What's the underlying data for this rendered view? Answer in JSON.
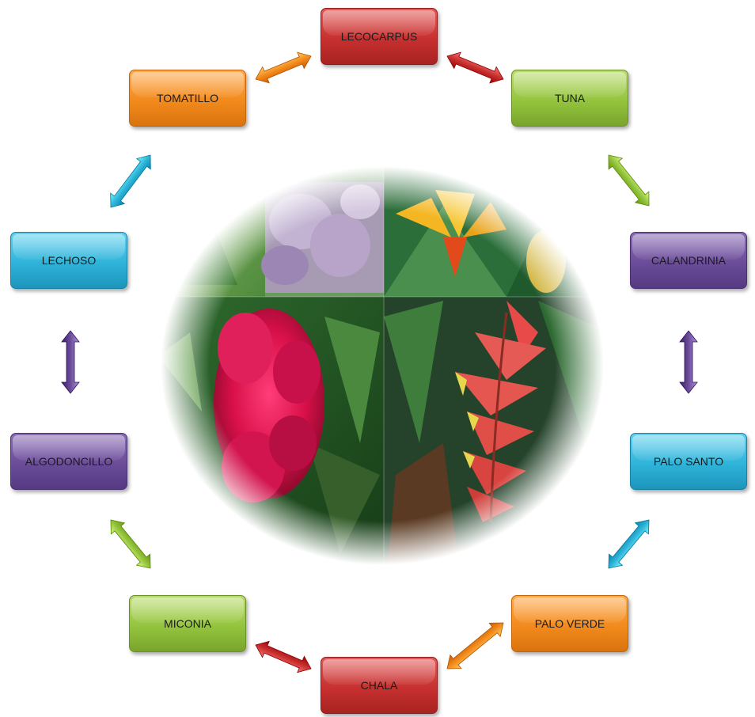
{
  "nodes": [
    {
      "id": "lecocarpus",
      "label": "LECOCARPUS",
      "color": "red"
    },
    {
      "id": "tuna",
      "label": "TUNA",
      "color": "green"
    },
    {
      "id": "calandrinia",
      "label": "CALANDRINIA",
      "color": "purple"
    },
    {
      "id": "palo-santo",
      "label": "PALO SANTO",
      "color": "cyan"
    },
    {
      "id": "palo-verde",
      "label": "PALO VERDE",
      "color": "orange"
    },
    {
      "id": "chala",
      "label": "CHALA",
      "color": "red"
    },
    {
      "id": "miconia",
      "label": "MICONIA",
      "color": "green"
    },
    {
      "id": "algodoncillo",
      "label": "ALGODONCILLO",
      "color": "purple"
    },
    {
      "id": "lechoso",
      "label": "LECHOSO",
      "color": "cyan"
    },
    {
      "id": "tomatillo",
      "label": "TOMATILLO",
      "color": "orange"
    }
  ],
  "connectors": [
    {
      "from": "lecocarpus",
      "to": "tuna",
      "color": "red"
    },
    {
      "from": "tuna",
      "to": "calandrinia",
      "color": "green"
    },
    {
      "from": "calandrinia",
      "to": "palo-santo",
      "color": "purple"
    },
    {
      "from": "palo-santo",
      "to": "palo-verde",
      "color": "cyan"
    },
    {
      "from": "palo-verde",
      "to": "chala",
      "color": "orange"
    },
    {
      "from": "chala",
      "to": "miconia",
      "color": "red"
    },
    {
      "from": "miconia",
      "to": "algodoncillo",
      "color": "green"
    },
    {
      "from": "algodoncillo",
      "to": "lechoso",
      "color": "purple"
    },
    {
      "from": "lechoso",
      "to": "tomatillo",
      "color": "cyan"
    },
    {
      "from": "tomatillo",
      "to": "lecocarpus",
      "color": "orange"
    }
  ],
  "center_image": {
    "name": "tropical-flowers-collage",
    "panels": [
      "purple-flowers",
      "bird-of-paradise",
      "red-flower-cluster",
      "heliconia"
    ]
  },
  "colors": {
    "red": "#c7302f",
    "green": "#94c43e",
    "purple": "#6a4c99",
    "cyan": "#2fb3d9",
    "orange": "#f28a1c"
  }
}
